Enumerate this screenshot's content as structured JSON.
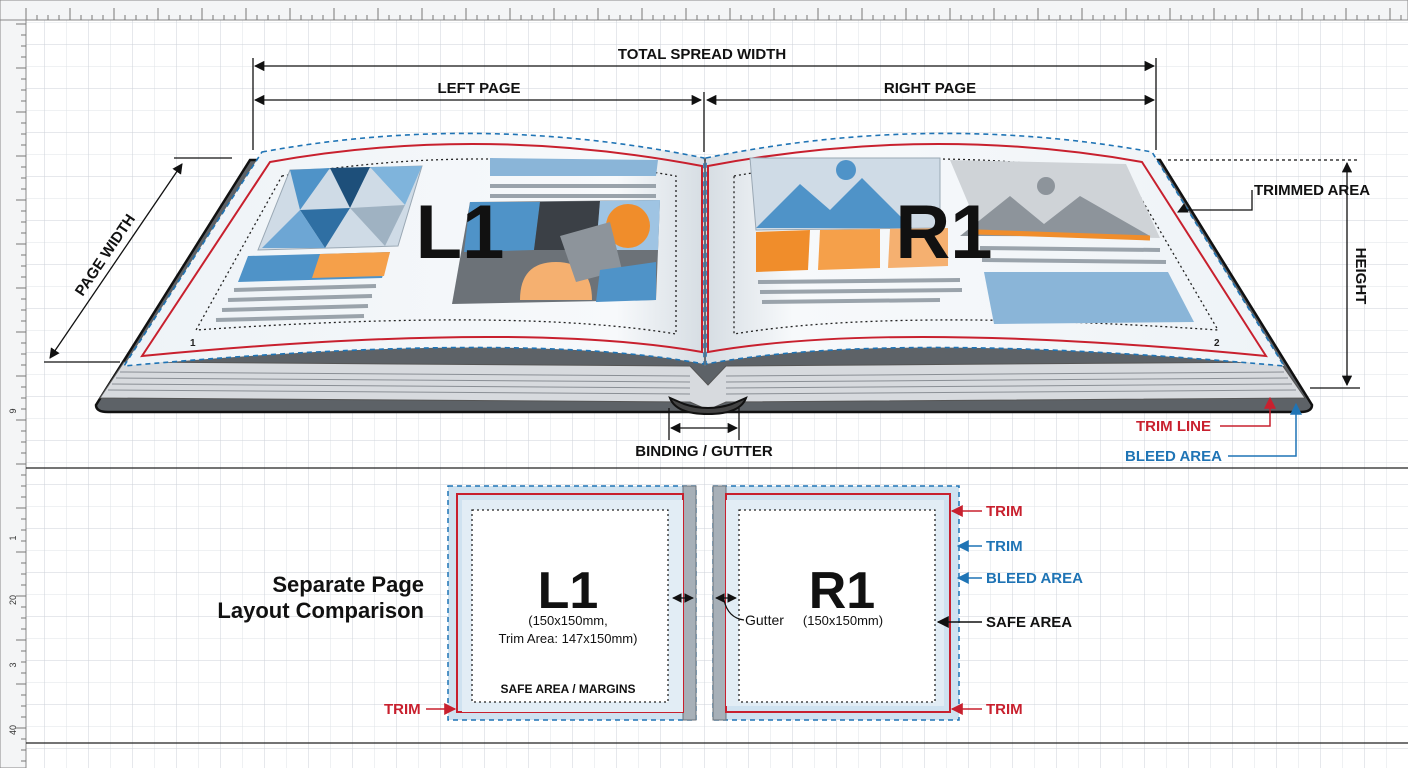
{
  "ruler": {
    "left_ticks": [
      "9",
      "1",
      "20",
      "3",
      "40"
    ]
  },
  "spread": {
    "dimensions": {
      "total_spread_width": "TOTAL SPREAD WIDTH",
      "left_page": "LEFT PAGE",
      "right_page": "RIGHT PAGE",
      "page_width": "PAGE WIDTH",
      "height": "HEIGHT",
      "binding_gutter": "BINDING / GUTTER"
    },
    "callouts": {
      "trimmed_area": "TRIMMED AREA",
      "trim_line": "TRIM LINE",
      "bleed_area": "BLEED AREA"
    },
    "left_page_label": "L1",
    "right_page_label": "R1",
    "left_page_number": "1",
    "right_page_number": "2"
  },
  "comparison": {
    "title_line1": "Separate Page",
    "title_line2": "Layout Comparison",
    "left": {
      "label": "L1",
      "size": "(150x150mm,",
      "trim_area": "Trim Area: 147x150mm)",
      "safe_area": "SAFE AREA / MARGINS"
    },
    "right": {
      "label": "R1",
      "gutter": "Gutter",
      "size": "(150x150mm)"
    },
    "callouts": {
      "trim_left": "TRIM",
      "trim_top": "TRIM",
      "trim_blue": "TRIM",
      "bleed_area": "BLEED AREA",
      "safe_area": "SAFE AREA",
      "trim_bottom": "TRIM"
    }
  },
  "colors": {
    "trim": "#c8202e",
    "bleed": "#1f74b5",
    "bleed_fill": "#cfe2f0",
    "grid": "#d9dde2",
    "accent_orange": "#f08d2b",
    "accent_blue": "#4f93c8"
  }
}
